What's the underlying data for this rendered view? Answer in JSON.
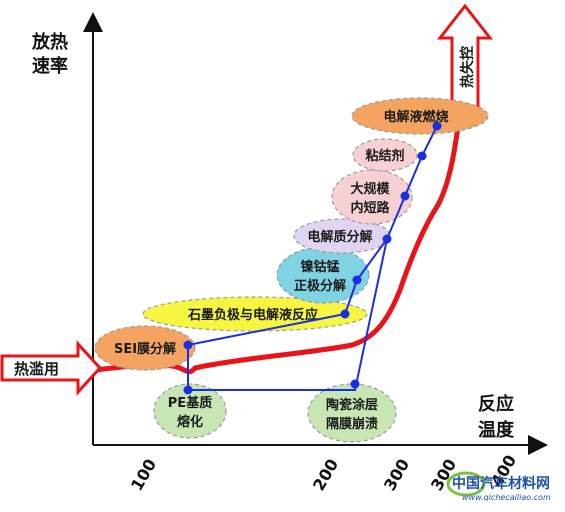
{
  "axes": {
    "y_label_line1": "放热",
    "y_label_line2": "速率",
    "x_label_line1": "反应",
    "x_label_line2": "温度",
    "x_ticks": [
      "100",
      "200",
      "300",
      "300",
      "400"
    ]
  },
  "arrows": {
    "start": "热滥用",
    "end": "热失控"
  },
  "events": {
    "sei": "SEI膜分解",
    "graphite": "石墨负极与电解液反应",
    "cathode_line1": "镍钴锰",
    "cathode_line2": "正极分解",
    "electrolyte": "电解质分解",
    "short_line1": "大规模",
    "short_line2": "内短路",
    "binder": "粘结剂",
    "combustion": "电解液燃烧",
    "pe_line1": "PE基质",
    "pe_line2": "熔化",
    "ceramic_line1": "陶瓷涂层",
    "ceramic_line2": "隔膜崩溃"
  },
  "watermark": {
    "name": "中国汽车材料网",
    "url": "www.qichecailiao.com"
  },
  "colors": {
    "curve": "#e8141a",
    "connector": "#1a2fe0",
    "sei_fill": "#f4a460",
    "graphite_fill": "#f5f542",
    "cathode_fill": "#7fd3e3",
    "electrolyte_fill": "#e0d4f2",
    "short_fill": "#f6d0d3",
    "binder_fill": "#f6d0d3",
    "combustion_fill": "#f4a460",
    "pe_fill": "#c8e6b4",
    "ceramic_fill": "#c8e6b4"
  }
}
